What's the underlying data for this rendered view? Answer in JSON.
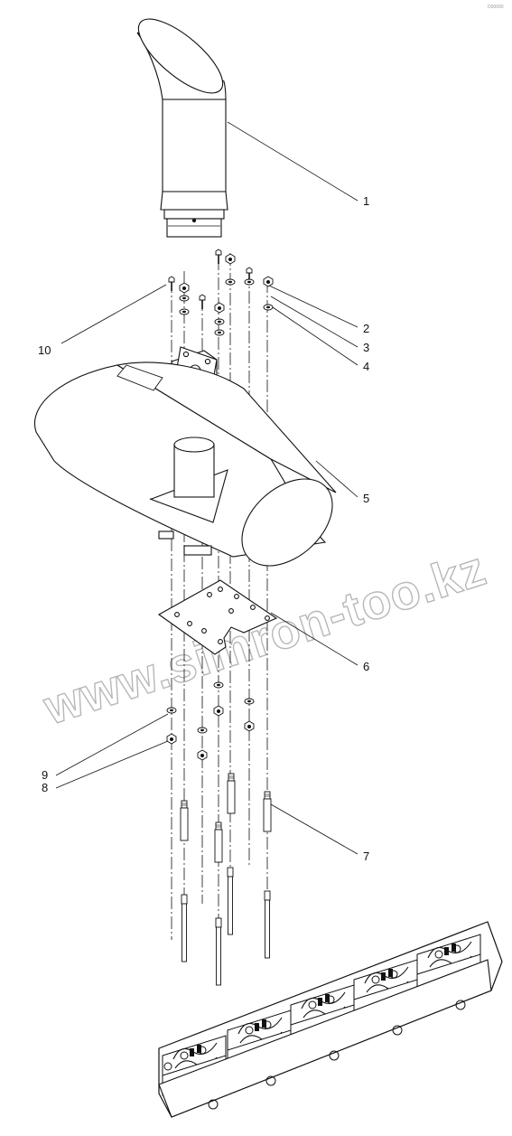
{
  "watermark": "www.simron-too.kz",
  "corner_mark": "D00000",
  "callouts": [
    {
      "id": "1",
      "label": "1"
    },
    {
      "id": "2",
      "label": "2"
    },
    {
      "id": "3",
      "label": "3"
    },
    {
      "id": "4",
      "label": "4"
    },
    {
      "id": "5",
      "label": "5"
    },
    {
      "id": "6",
      "label": "6"
    },
    {
      "id": "7",
      "label": "7"
    },
    {
      "id": "8",
      "label": "8"
    },
    {
      "id": "9",
      "label": "9"
    },
    {
      "id": "10",
      "label": "10"
    }
  ]
}
